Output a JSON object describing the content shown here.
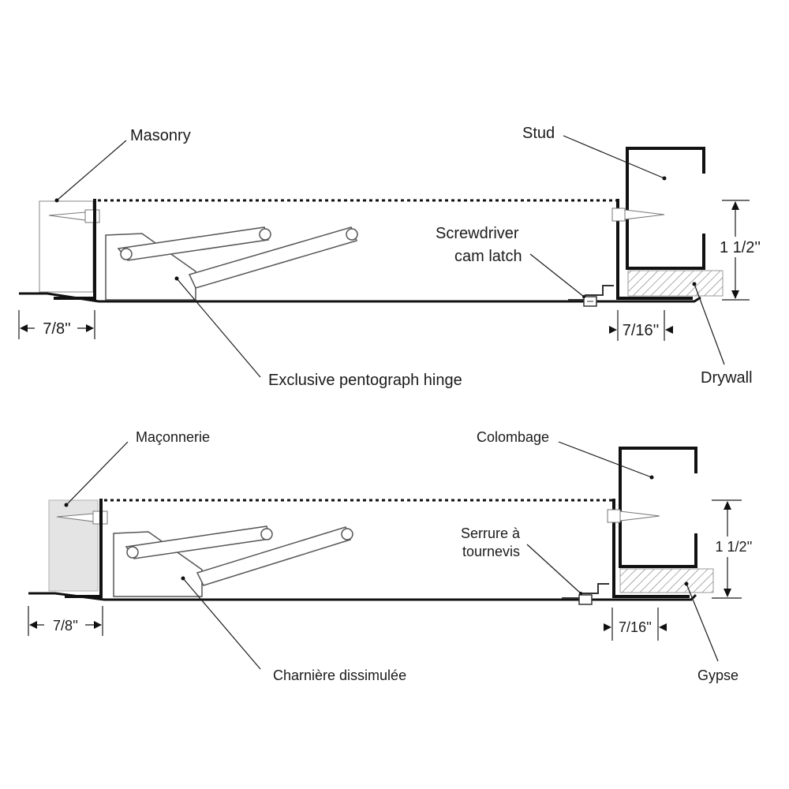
{
  "english": {
    "masonry": "Masonry",
    "stud": "Stud",
    "latch_line1": "Screwdriver",
    "latch_line2": "cam latch",
    "height": "1 1/2''",
    "left_offset": "7/8''",
    "right_offset": "7/16''",
    "hinge": "Exclusive pentograph hinge",
    "drywall": "Drywall"
  },
  "french": {
    "masonry": "Maçonnerie",
    "stud": "Colombage",
    "latch_line1": "Serrure à",
    "latch_line2": "tournevis",
    "height": "1 1/2''",
    "left_offset": "7/8''",
    "right_offset": "7/16''",
    "hinge": "Charnière dissimulée",
    "drywall": "Gypse"
  }
}
